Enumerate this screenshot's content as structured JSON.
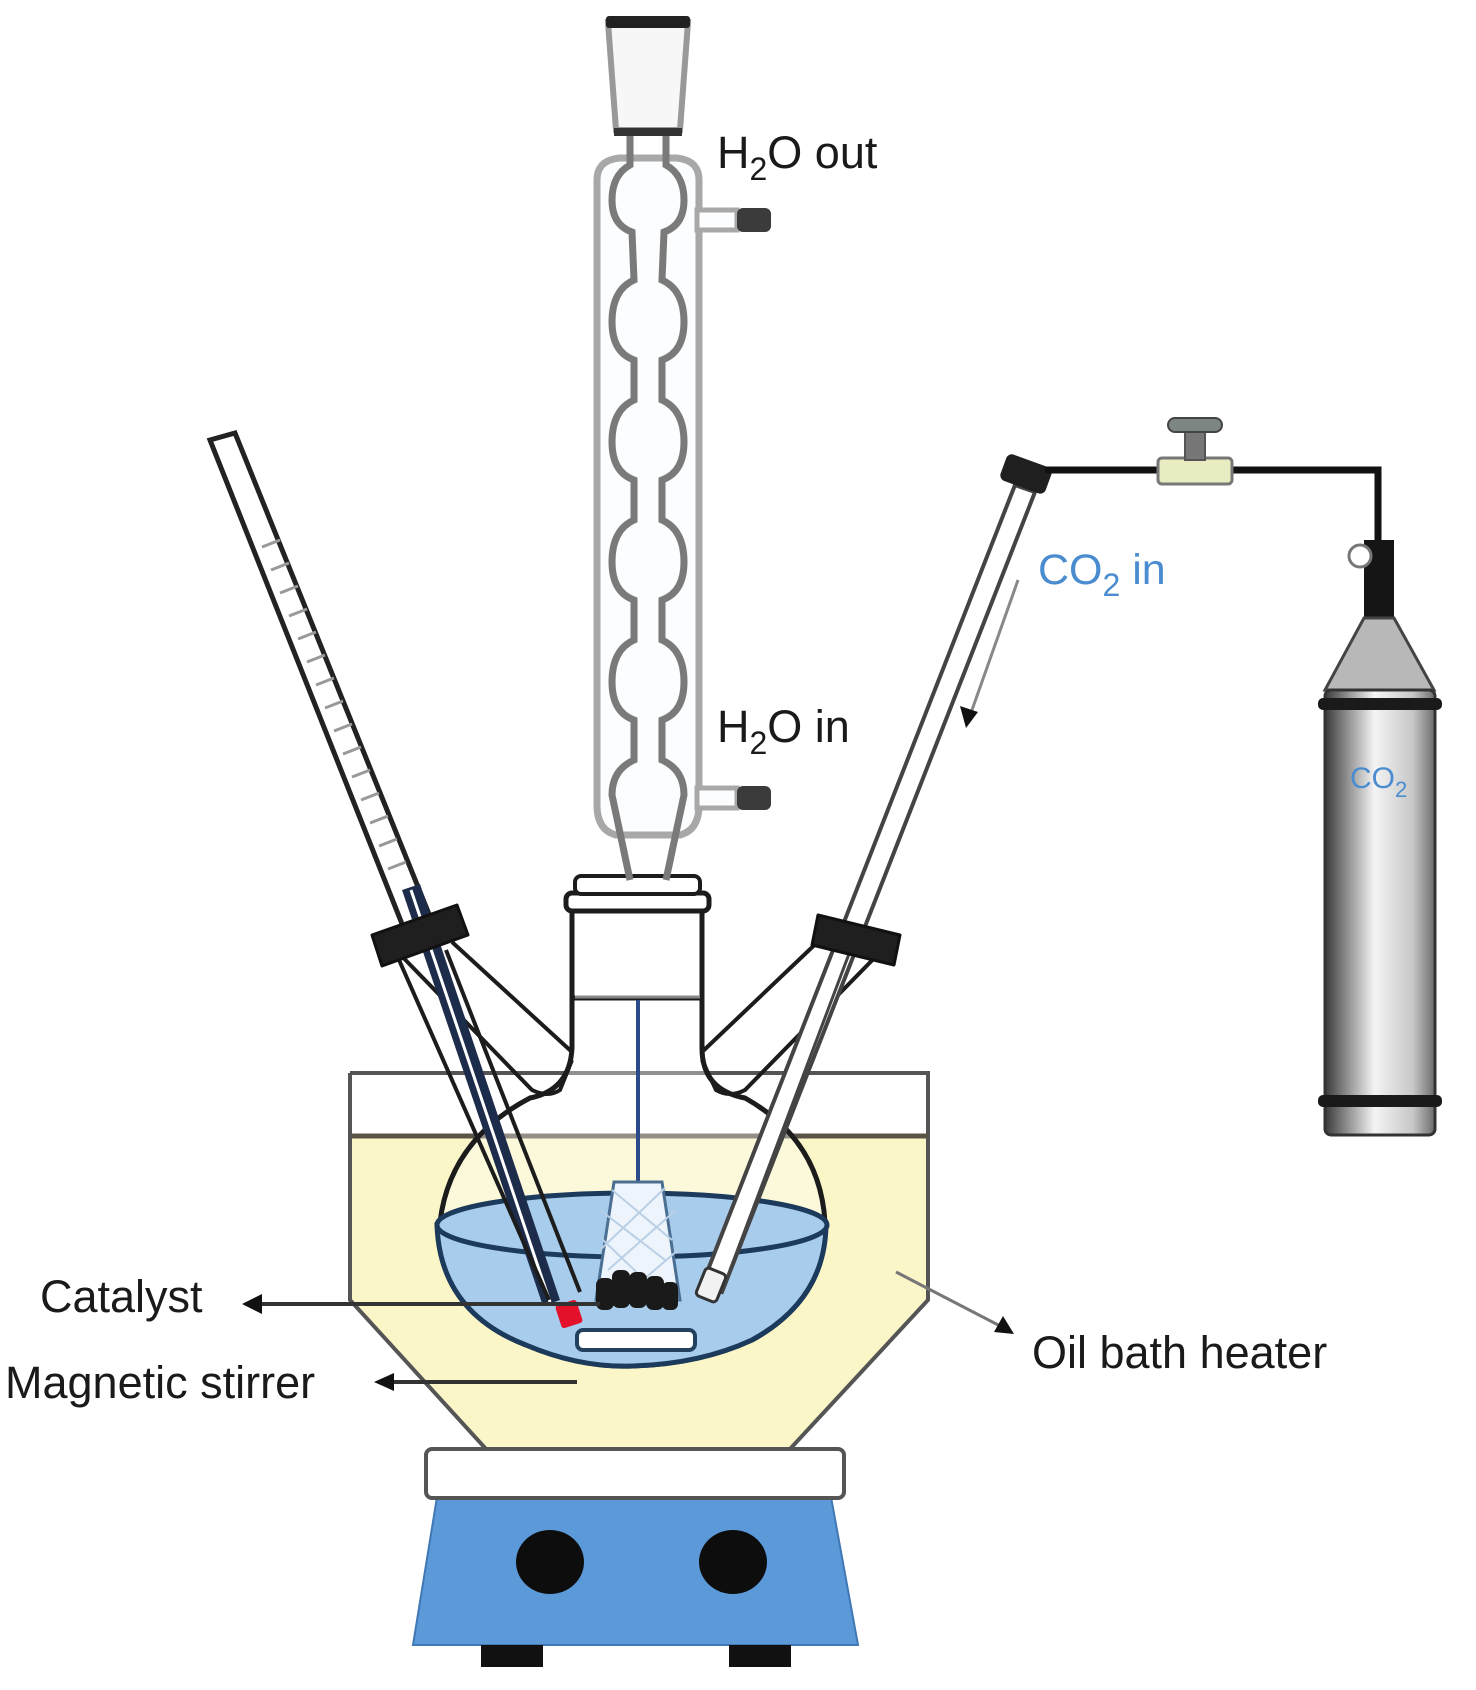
{
  "figure": {
    "title": "CO2 fixation reactor setup",
    "labels": {
      "water_out": {
        "main": "H",
        "sub": "2",
        "rest": "O out"
      },
      "water_in": {
        "main": "H",
        "sub": "2",
        "rest": "O in"
      },
      "co2_in": {
        "main": "CO",
        "sub": "2",
        "rest": " in"
      },
      "cylinder": {
        "main": "CO",
        "sub": "2"
      },
      "catalyst": "Catalyst",
      "magnetic_stirrer": "Magnetic stirrer",
      "oil_bath_heater": "Oil bath heater"
    },
    "components": [
      "reflux-condenser",
      "thermometer",
      "three-neck-round-bottom-flask",
      "gas-inlet-tube",
      "valve",
      "co2-cylinder",
      "catalyst-basket",
      "stir-bar",
      "oil-bath",
      "hot-plate-stirrer"
    ],
    "colors": {
      "oil": "#fbf6c8",
      "liquid": "#a8ccec",
      "hotplate": "#5b99d8",
      "label_blue": "#4a8cd0",
      "catalyst_red": "#e3112a"
    }
  }
}
